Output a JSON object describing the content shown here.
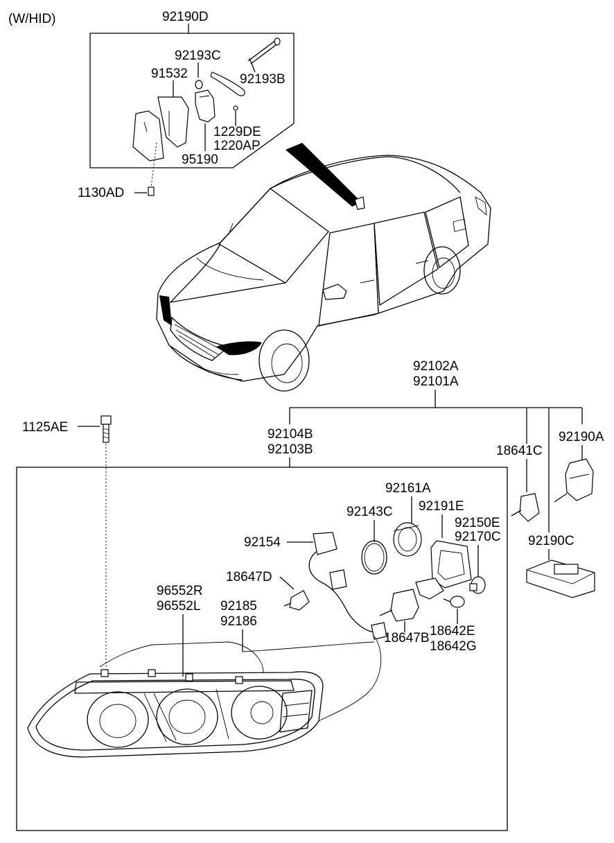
{
  "variant_note": "(W/HID)",
  "inset_kit": {
    "code": "92190D",
    "parts": [
      "92193C",
      "91532",
      "92193B",
      "1229DE",
      "1220AP",
      "95190"
    ]
  },
  "inset_screw": "1130AD",
  "assembly": {
    "codes": [
      "92102A",
      "92101A"
    ],
    "housing": [
      "92104B",
      "92103B"
    ],
    "bolt": "1125AE",
    "side_parts": [
      "18641C",
      "92190A",
      "92190C"
    ]
  },
  "components": {
    "p92161A": "92161A",
    "p92191E": "92191E",
    "p92143C": "92143C",
    "p92150E": "92150E",
    "p92170C": "92170C",
    "p92154": "92154",
    "p18647D": "18647D",
    "p96552R": "96552R",
    "p96552L": "96552L",
    "p92185": "92185",
    "p92186": "92186",
    "p18647B": "18647B",
    "p18642E": "18642E",
    "p18642G": "18642G"
  }
}
